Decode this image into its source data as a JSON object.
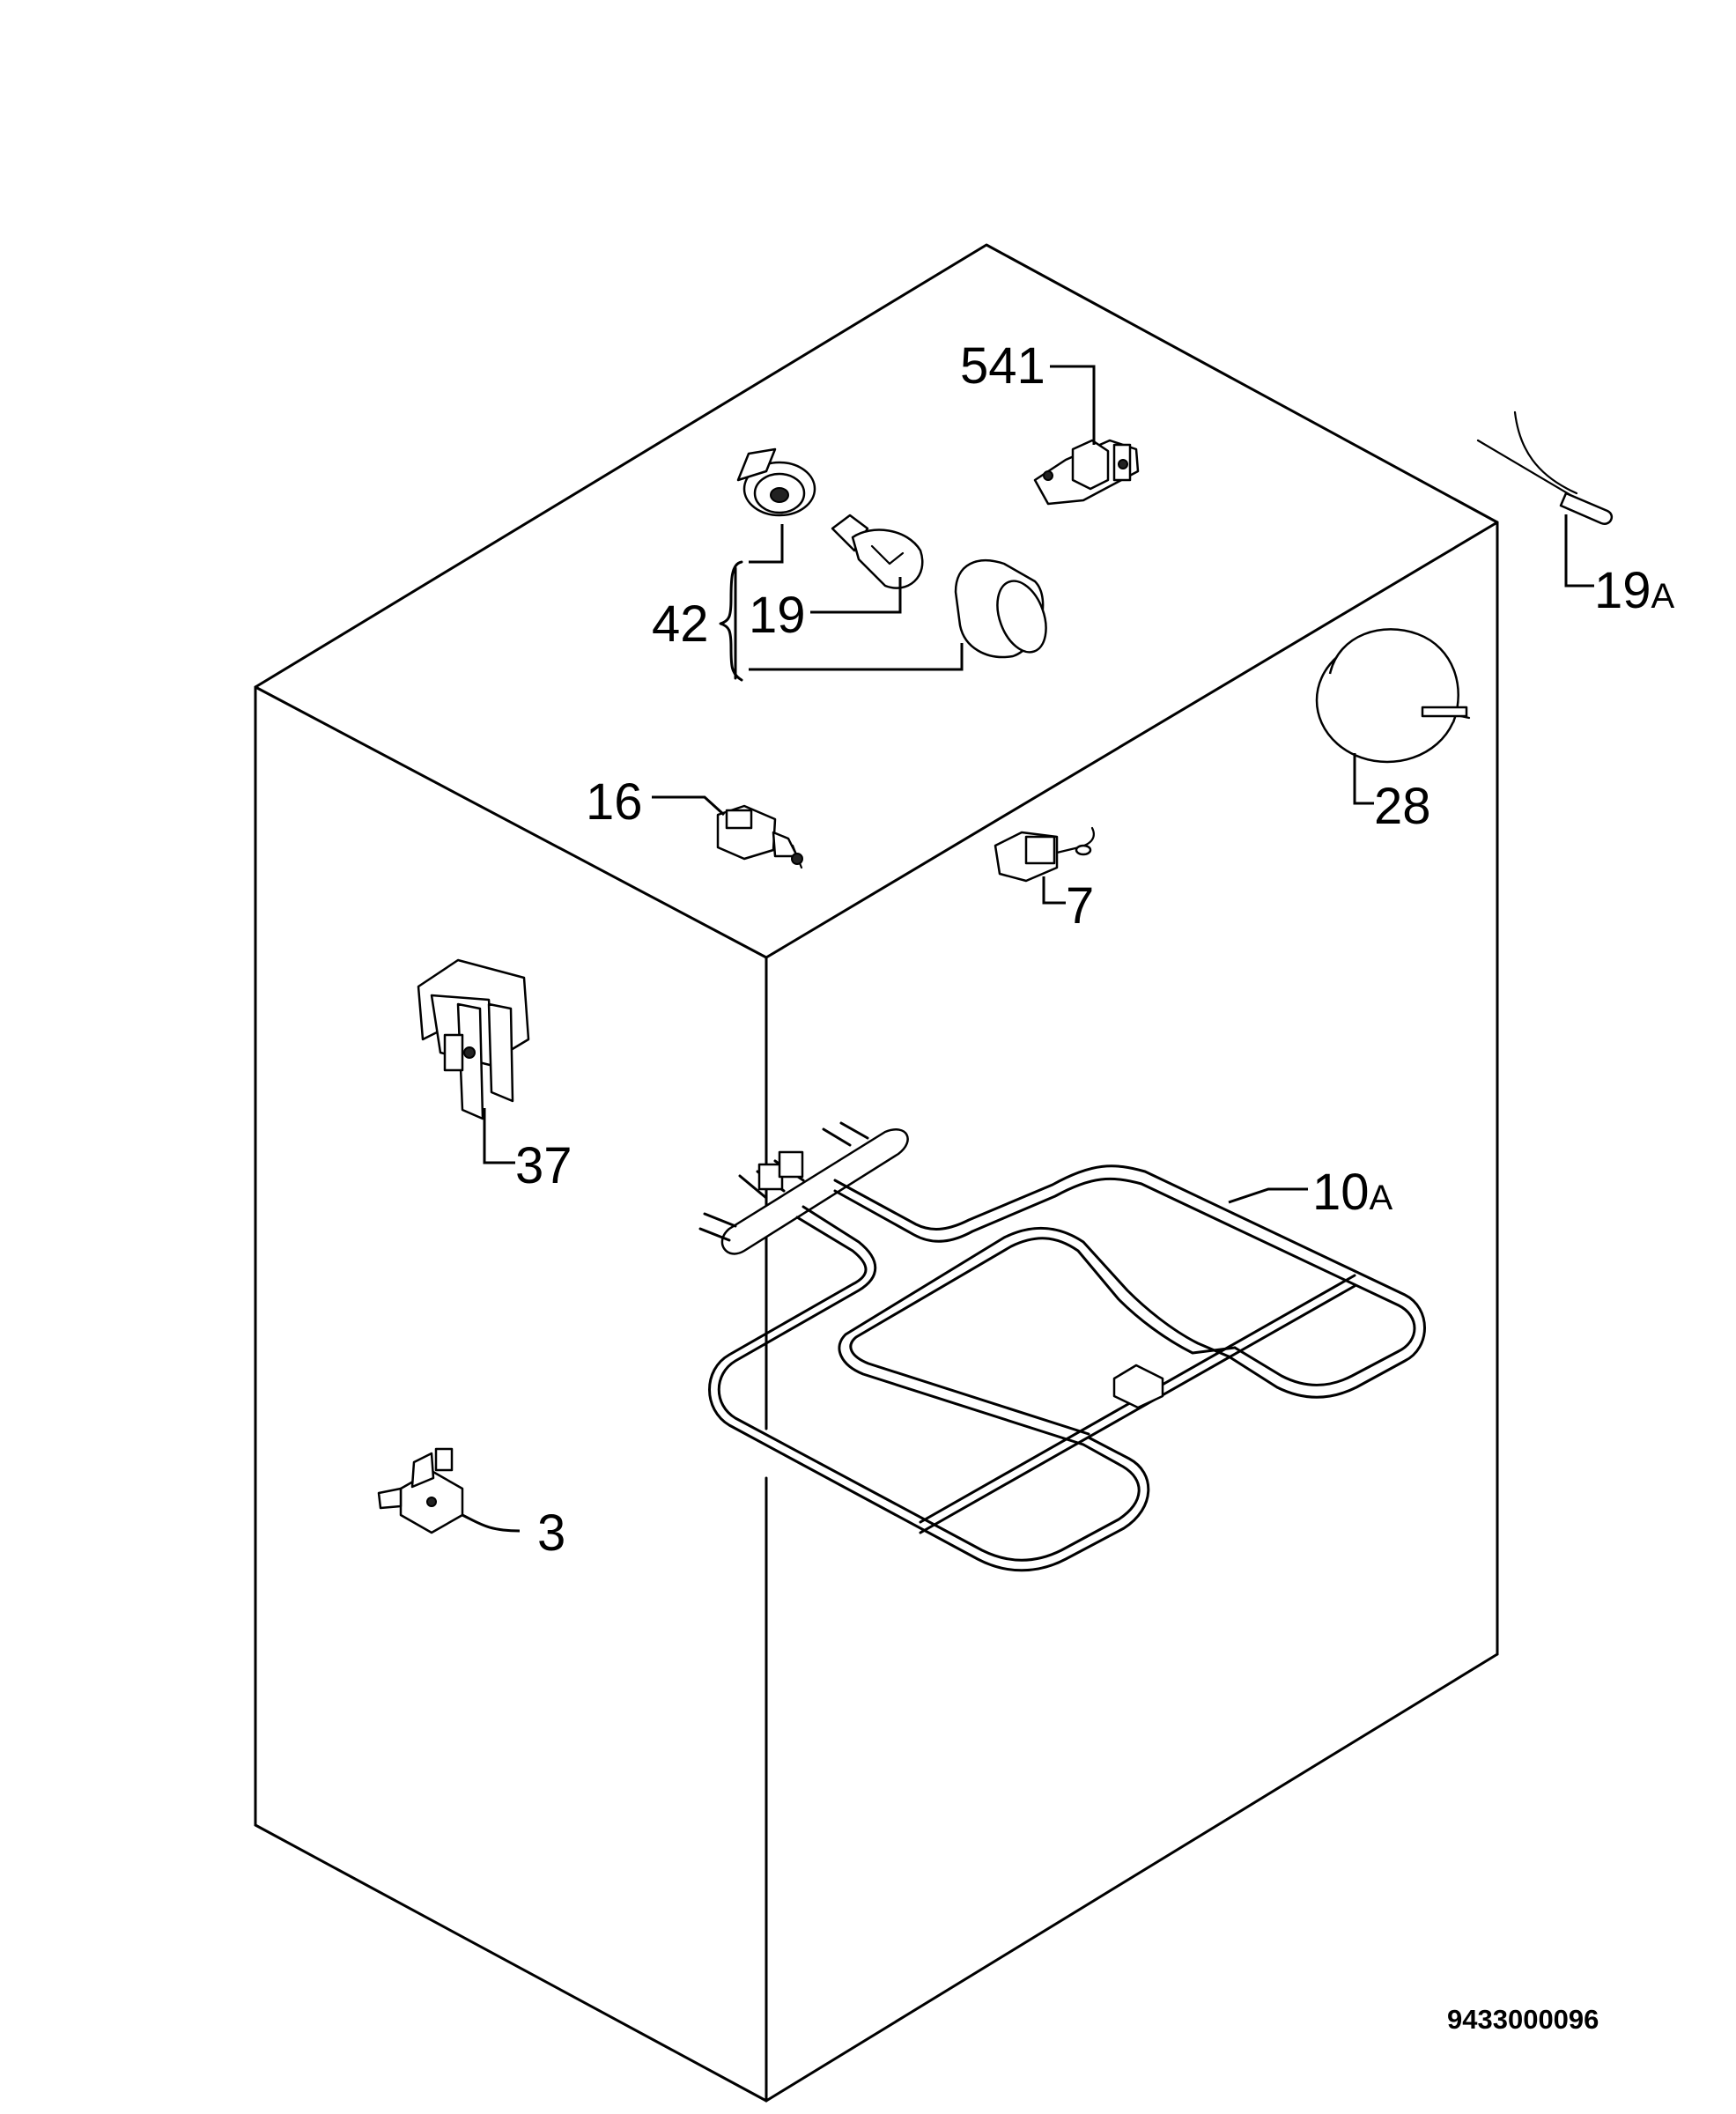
{
  "labels": {
    "l541": "541",
    "l19A": "19",
    "l19A_suffix": "A",
    "l42": "42",
    "l19": "19",
    "l28": "28",
    "l16": "16",
    "l7": "7",
    "l37": "37",
    "l10A": "10",
    "l10A_suffix": "A",
    "l3": "3"
  },
  "drawing_number": "9433000096"
}
